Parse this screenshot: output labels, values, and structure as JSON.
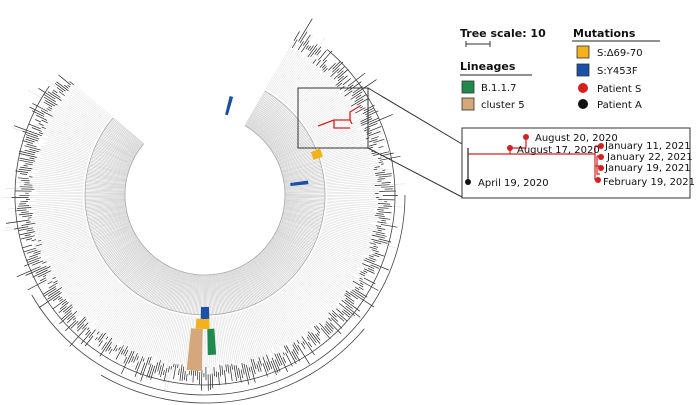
{
  "tree_scale": {
    "label": "Tree scale: 10"
  },
  "lineages": {
    "title": "Lineages",
    "items": [
      {
        "label": "B.1.1.7",
        "color": "#1f8a4c",
        "shape": "square"
      },
      {
        "label": "cluster 5",
        "color": "#d4a77d",
        "shape": "square"
      }
    ]
  },
  "mutations": {
    "title": "Mutations",
    "items": [
      {
        "label": "S:Δ69-70",
        "color": "#f2b21c",
        "shape": "square"
      },
      {
        "label": "S:Y453F",
        "color": "#1c4fa8",
        "shape": "square"
      },
      {
        "label": "Patient S",
        "color": "#d62020",
        "shape": "circle"
      },
      {
        "label": "Patient A",
        "color": "#111111",
        "shape": "circle"
      }
    ]
  },
  "inset": {
    "dates": [
      {
        "label": "August 20, 2020",
        "patient": "S"
      },
      {
        "label": "August 17, 2020",
        "patient": "S"
      },
      {
        "label": "January 11, 2021",
        "patient": "S"
      },
      {
        "label": "January 22, 2021",
        "patient": "S"
      },
      {
        "label": "January 19, 2021",
        "patient": "S"
      },
      {
        "label": "February 19, 2021",
        "patient": "S"
      },
      {
        "label": "April 19, 2020",
        "patient": "A"
      }
    ]
  },
  "colors": {
    "branch": "#222222",
    "ring": "#c8c8c8",
    "red_branch": "#d62020"
  }
}
